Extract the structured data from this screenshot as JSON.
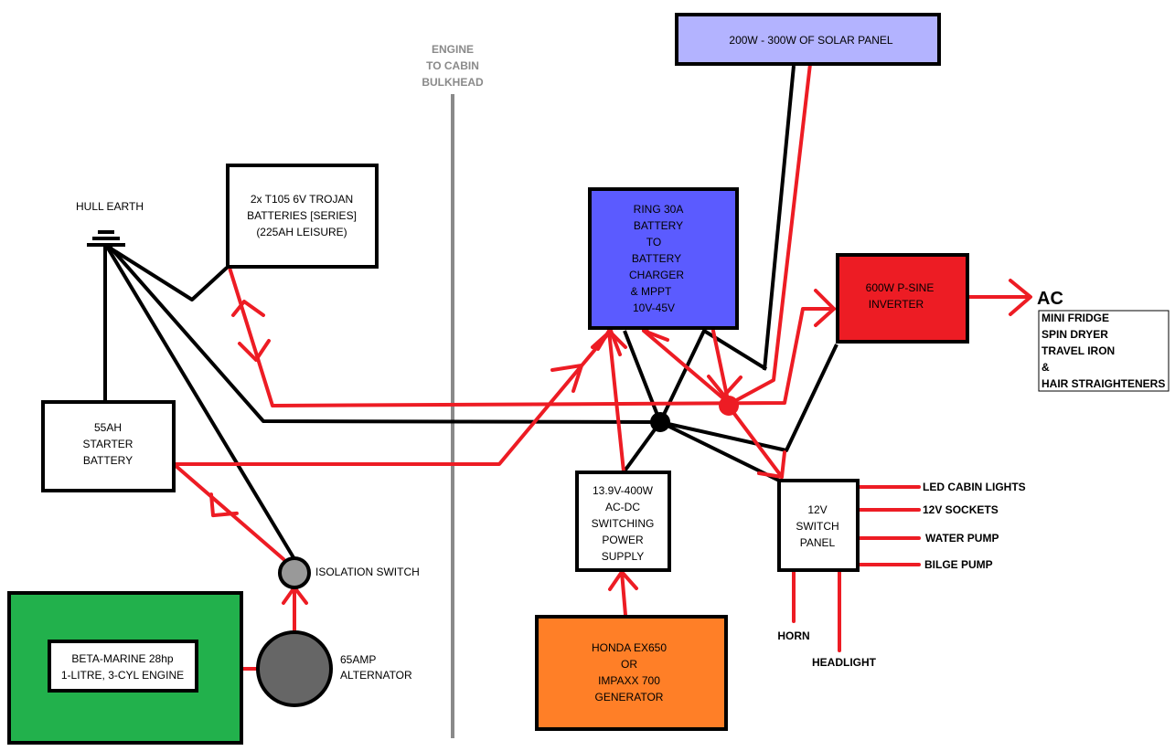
{
  "bulkhead": {
    "lines": [
      "ENGINE",
      "TO CABIN",
      "BULKHEAD"
    ]
  },
  "solar_panel": {
    "label": "200W - 300W OF SOLAR PANEL",
    "fill": "#b3b3ff"
  },
  "trojan": {
    "lines": [
      "2x T105 6V TROJAN",
      "BATTERIES [SERIES]",
      "(225AH LEISURE)"
    ]
  },
  "hull_earth": {
    "label": "HULL EARTH"
  },
  "charger": {
    "lines": [
      "RING 30A",
      "BATTERY",
      "TO",
      "BATTERY",
      "CHARGER",
      "& MPPT",
      "10V-45V"
    ],
    "fill": "#5b5bff"
  },
  "inverter": {
    "lines": [
      "600W P-SINE",
      "INVERTER"
    ],
    "fill": "#ed1c24"
  },
  "ac": {
    "label": "AC",
    "items": [
      "MINI FRIDGE",
      "SPIN DRYER",
      "TRAVEL IRON",
      "&",
      "HAIR STRAIGHTENERS"
    ]
  },
  "starter": {
    "lines": [
      "55AH",
      "STARTER",
      "BATTERY"
    ]
  },
  "psu": {
    "lines": [
      "13.9V-400W",
      "AC-DC",
      "SWITCHING",
      "POWER",
      "SUPPLY"
    ]
  },
  "switch_panel": {
    "lines": [
      "12V",
      "SWITCH",
      "PANEL"
    ]
  },
  "outputs": {
    "led": "LED CABIN LIGHTS",
    "sockets": "12V SOCKETS",
    "water": "WATER PUMP",
    "bilge": "BILGE PUMP",
    "horn": "HORN",
    "headlight": "HEADLIGHT"
  },
  "isolation": {
    "label": "ISOLATION SWITCH"
  },
  "engine": {
    "lines": [
      "BETA-MARINE 28hp",
      "1-LITRE, 3-CYL ENGINE"
    ],
    "fill": "#22b14c"
  },
  "alternator": {
    "lines": [
      "65AMP",
      "ALTERNATOR"
    ]
  },
  "generator": {
    "lines": [
      "HONDA EX650",
      "OR",
      "IMPAXX 700",
      "GENERATOR"
    ],
    "fill": "#ff7f27"
  },
  "colors": {
    "positive": "#ed1c24",
    "negative": "#000000",
    "bulkhead": "#8a8a8a"
  }
}
